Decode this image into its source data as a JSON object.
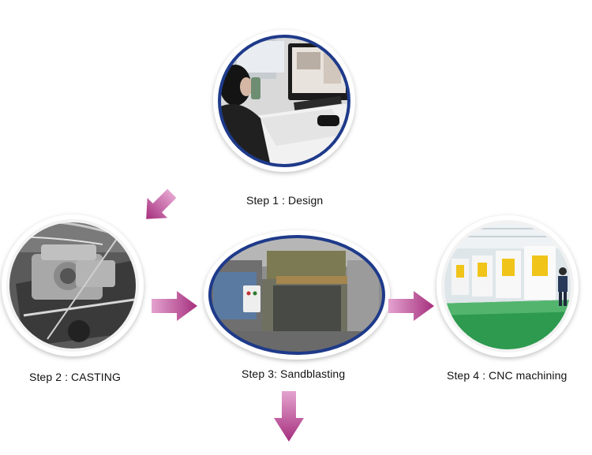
{
  "steps": [
    {
      "label": "Step 1 : Design",
      "photo": "office-worker-at-computer"
    },
    {
      "label": "Step 2 : CASTING",
      "photo": "cast-metal-part-on-machine"
    },
    {
      "label": "Step 3: Sandblasting",
      "photo": "sandblasting-machine"
    },
    {
      "label": "Step 4 : CNC machining",
      "photo": "cnc-machining-workshop"
    }
  ],
  "colors": {
    "arrow": "#b03a86",
    "arrow_light": "#d88fc1",
    "ring": "#1e3a8a",
    "factory_floor": "#2e9a4f"
  },
  "icons": {
    "arrow_step1_to_step2": "arrow-down-left-icon",
    "arrow_step2_to_step3": "arrow-right-icon",
    "arrow_step3_to_step4": "arrow-right-icon",
    "arrow_step3_next": "arrow-down-icon"
  }
}
